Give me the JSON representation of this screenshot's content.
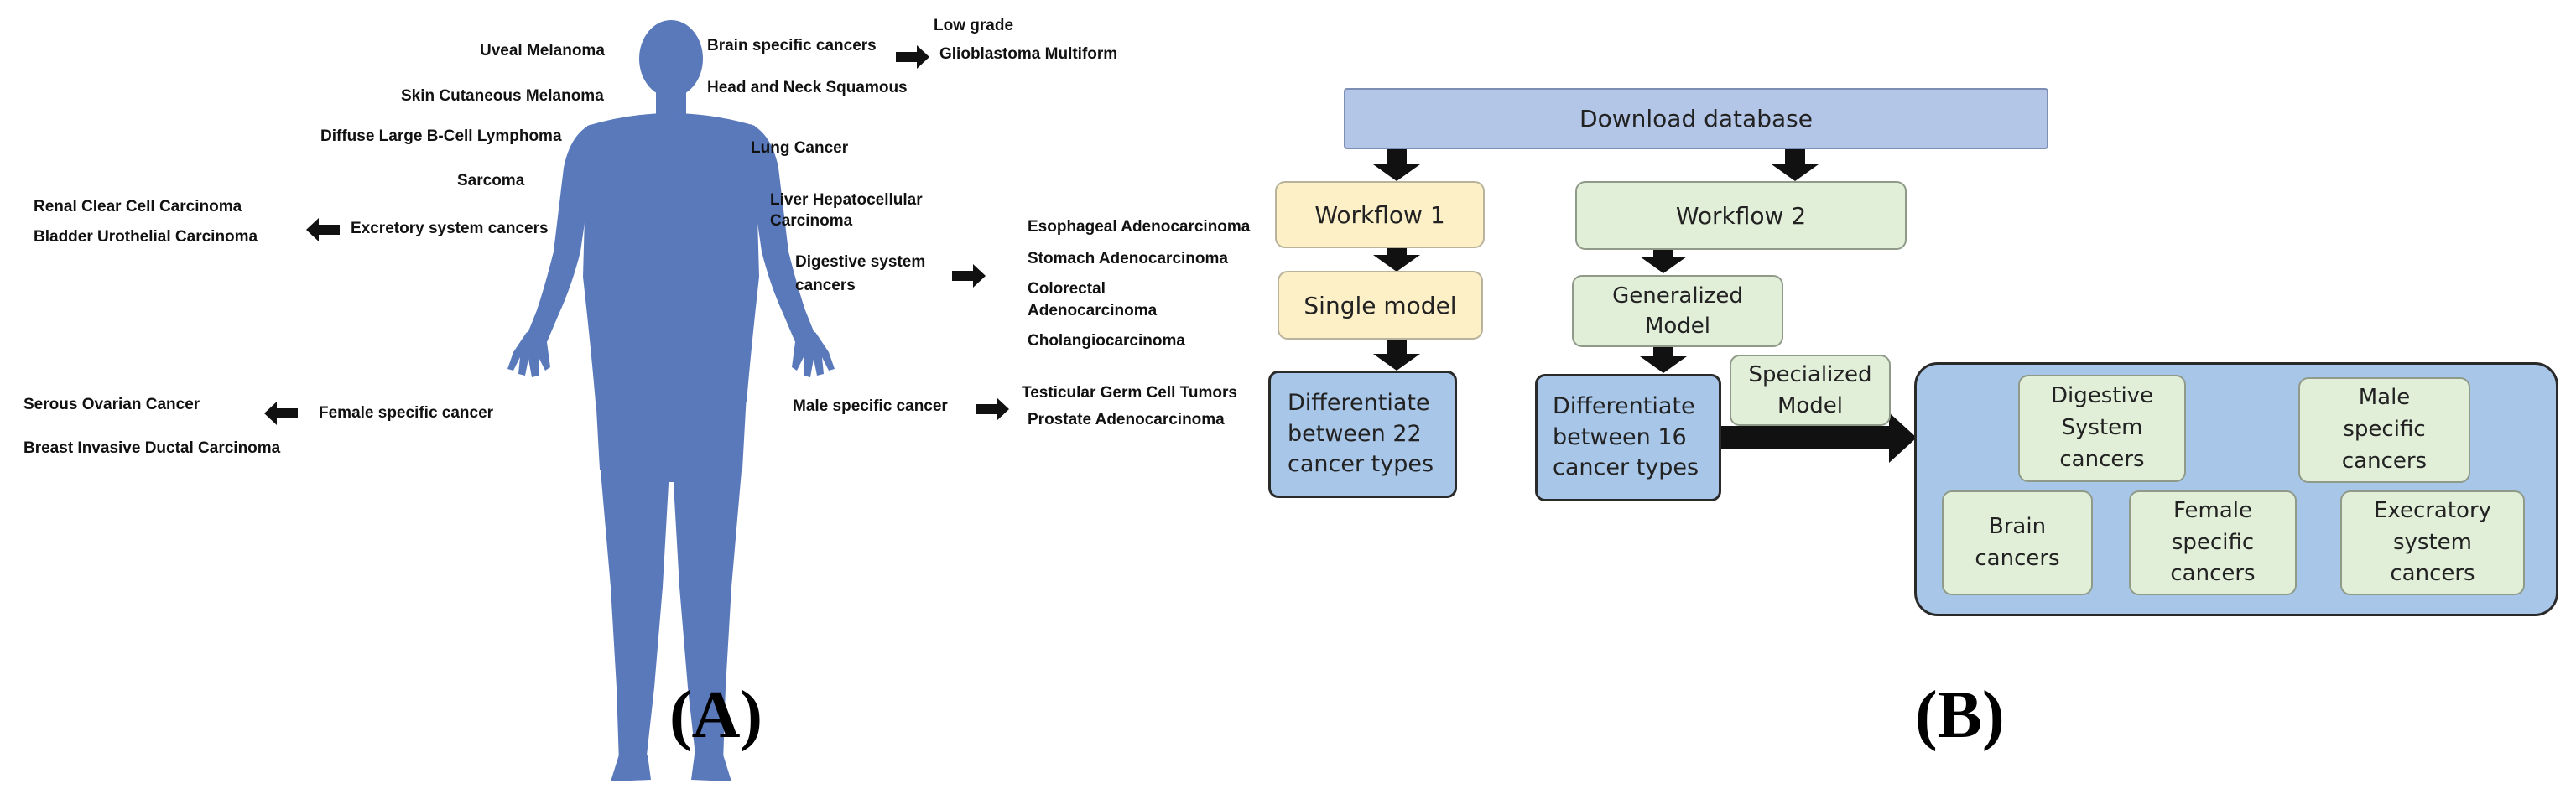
{
  "panel_a": {
    "letter": "(A)",
    "labels": {
      "uveal": "Uveal Melanoma",
      "skin": "Skin Cutaneous Melanoma",
      "dlbcl": "Diffuse Large B-Cell Lymphoma",
      "sarcoma": "Sarcoma",
      "brain_group": "Brain specific cancers",
      "low_grade": "Low grade",
      "gbm": "Glioblastoma Multiform",
      "head_neck": "Head and Neck Squamous",
      "lung": "Lung Cancer",
      "liver_1": "Liver Hepatocellular",
      "liver_2": "Carcinoma",
      "excretory_group": "Excretory system cancers",
      "renal": "Renal Clear Cell Carcinoma",
      "bladder": "Bladder Urothelial Carcinoma",
      "digestive_1": "Digestive system",
      "digestive_2": "cancers",
      "esophageal": "Esophageal Adenocarcinoma",
      "stomach": "Stomach Adenocarcinoma",
      "colorectal_1": "Colorectal",
      "colorectal_2": "Adenocarcinoma",
      "cholangio": "Cholangiocarcinoma",
      "female_group": "Female specific cancer",
      "ovarian": "Serous Ovarian Cancer",
      "breast": "Breast Invasive Ductal Carcinoma",
      "male_group": "Male specific cancer",
      "testicular": "Testicular Germ Cell Tumors",
      "prostate": "Prostate Adenocarcinoma"
    }
  },
  "panel_b": {
    "letter": "(B)",
    "download": "Download database",
    "workflow1": "Workflow 1",
    "workflow2": "Workflow 2",
    "single_model": "Single model",
    "generalized_1": "Generalized",
    "generalized_2": "Model",
    "specialized_1": "Specialized",
    "specialized_2": "Model",
    "diff22": [
      "Differentiate",
      "between 22",
      "cancer types"
    ],
    "diff16": [
      "Differentiate",
      "between 16",
      "cancer types"
    ],
    "groups": {
      "digestive": [
        "Digestive",
        "System",
        "cancers"
      ],
      "male": [
        "Male",
        "specific",
        "cancers"
      ],
      "brain": [
        "Brain",
        "cancers"
      ],
      "female": [
        "Female",
        "specific",
        "cancers"
      ],
      "excretory": [
        "Execratory",
        "system",
        "cancers"
      ]
    }
  },
  "colors": {
    "body": "#5a79bb",
    "header_box": "#b4c6e7",
    "workflow1_box": "#fdefc6",
    "workflow2_box": "#e1eed8",
    "result_box": "#a8c6e8"
  }
}
